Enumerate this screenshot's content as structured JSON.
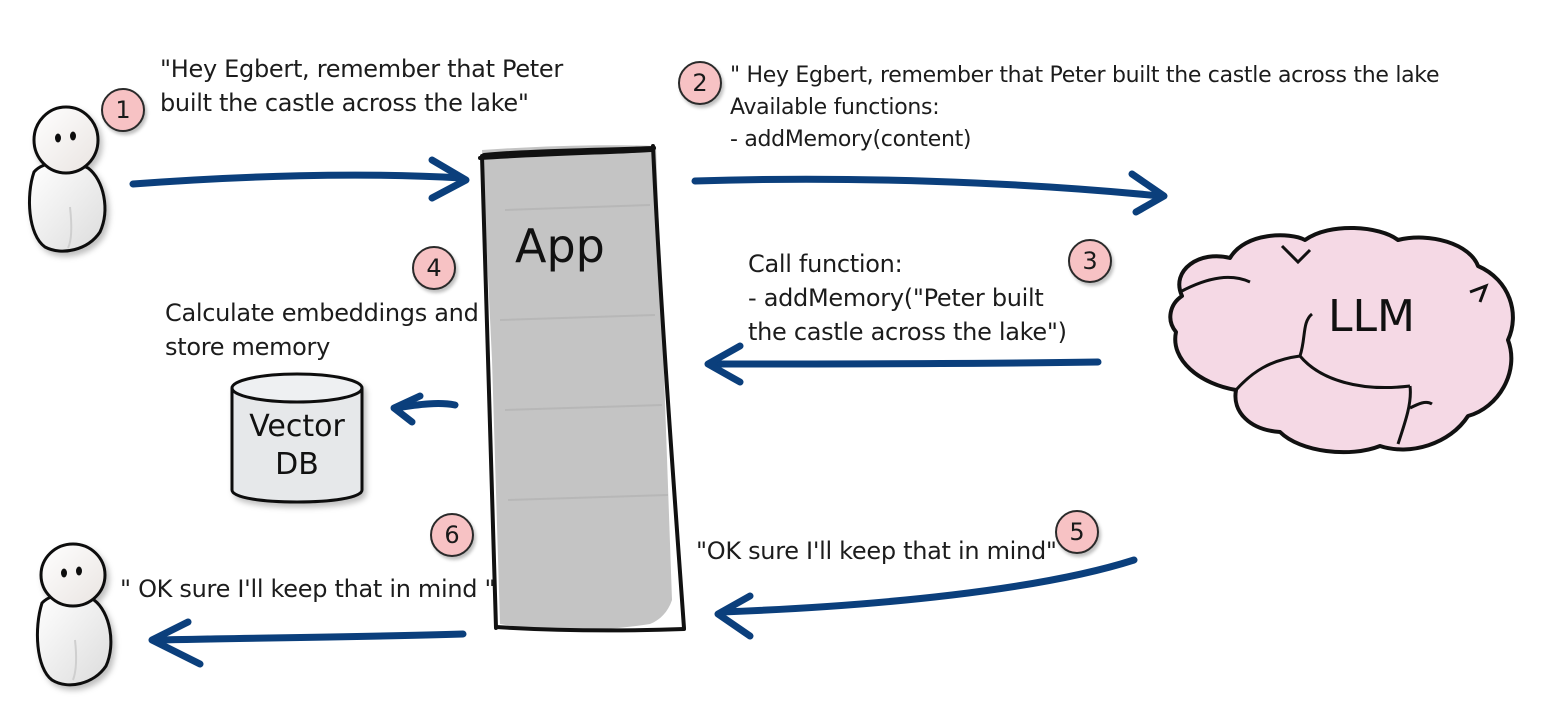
{
  "nodes": {
    "app_label": "App",
    "llm_label": "LLM",
    "db_line1": "Vector",
    "db_line2": "DB"
  },
  "steps": [
    {
      "number": "1",
      "text": "\"Hey Egbert, remember that Peter\nbuilt the castle across the lake\""
    },
    {
      "number": "2",
      "text": "\" Hey Egbert, remember that Peter built the castle across the lake\nAvailable functions:\n- addMemory(content)"
    },
    {
      "number": "3",
      "text": "Call function:\n- addMemory(\"Peter built\nthe castle across the lake\")"
    },
    {
      "number": "4",
      "text": "Calculate embeddings and\nstore memory"
    },
    {
      "number": "5",
      "text": "\"OK sure I'll keep that in mind\""
    },
    {
      "number": "6",
      "text": "\" OK sure I'll keep that in mind \""
    }
  ],
  "colors": {
    "arrow": "#0b3f7c",
    "badge": "#f7c2c4",
    "app_fill": "#c4c4c4",
    "llm_fill": "#f5d9e5",
    "db_fill": "#e6e8ea"
  }
}
